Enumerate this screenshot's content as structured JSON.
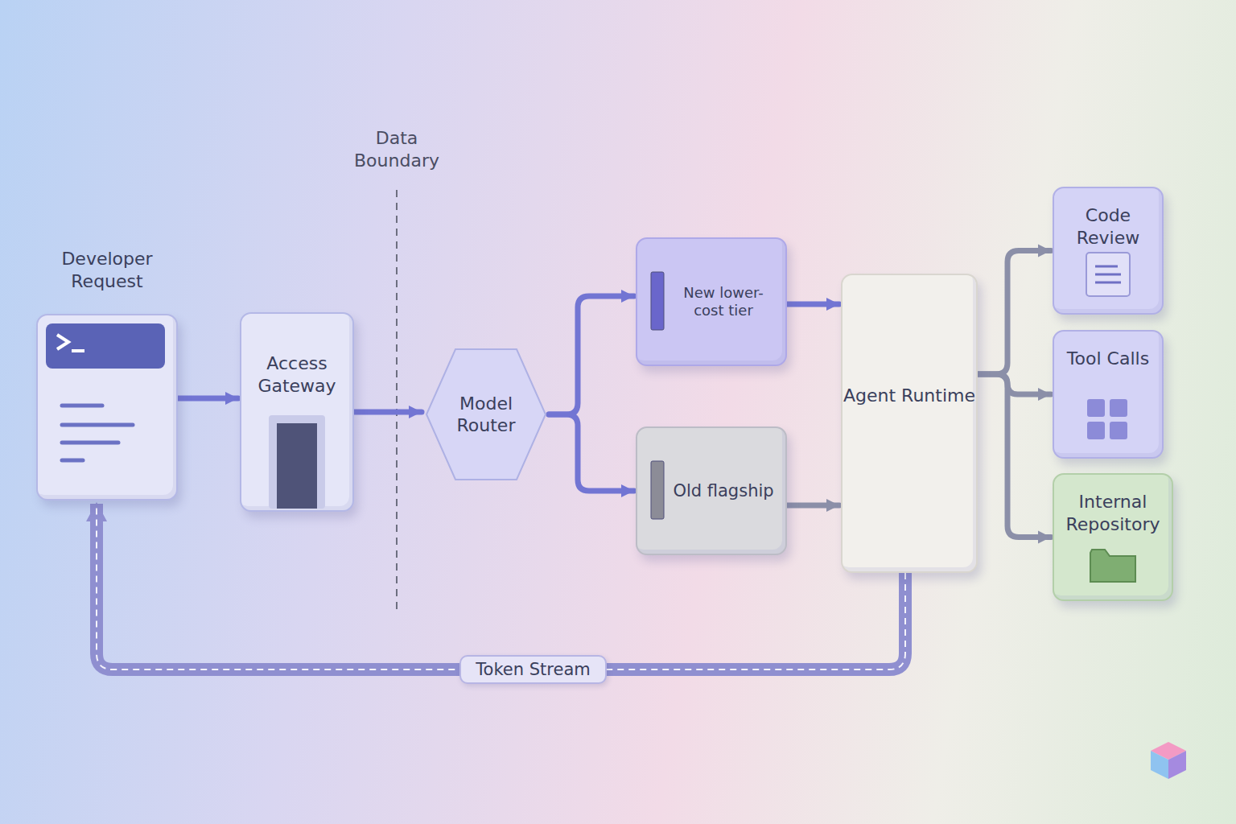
{
  "diagram": {
    "nodes": [
      {
        "text": [
          "Developer Request"
        ]
      },
      {
        "text": [
          "Access Gateway"
        ]
      },
      {
        "text": [
          "Model Router"
        ]
      },
      {
        "text": [
          "New lower-cost tier"
        ]
      },
      {
        "text": [
          "Old flagship"
        ]
      },
      {
        "text": [
          "Agent Runtime"
        ]
      },
      {
        "text": [
          "Code Review"
        ]
      },
      {
        "text": [
          "Tool Calls"
        ]
      },
      {
        "text": [
          "Internal Repository"
        ]
      }
    ],
    "edges": [
      {
        "from": 0,
        "to": 1,
        "arrow": "to"
      },
      {
        "from": 1,
        "to": 2,
        "arrow": "to"
      },
      {
        "from": 2,
        "to": 3,
        "arrow": "to"
      },
      {
        "from": 2,
        "to": 4,
        "arrow": "to"
      },
      {
        "from": 3,
        "to": 5,
        "arrow": "to"
      },
      {
        "from": 4,
        "to": 5,
        "arrow": "to"
      },
      {
        "from": 5,
        "to": 6,
        "arrow": "to"
      },
      {
        "from": 5,
        "to": 7,
        "arrow": "to"
      },
      {
        "from": 5,
        "to": 8,
        "arrow": "to"
      },
      {
        "from": 5,
        "to": 0,
        "label": "Token Stream",
        "arrow": "to"
      }
    ],
    "labels": [
      "Data Boundary"
    ]
  }
}
